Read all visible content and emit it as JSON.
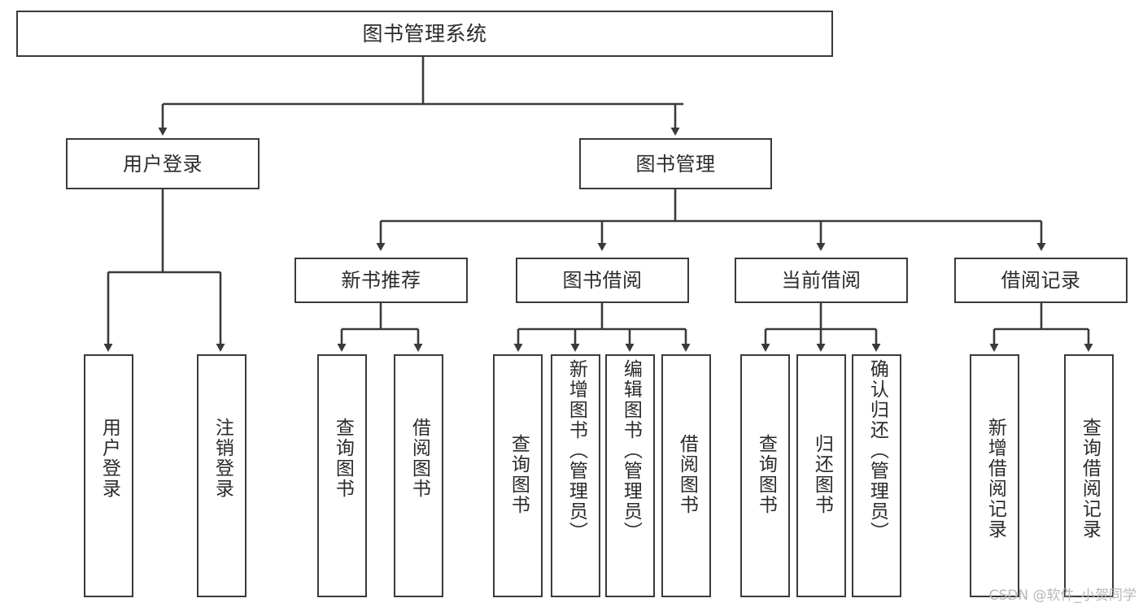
{
  "diagram": {
    "title": "图书管理系统",
    "type": "tree-hierarchy-diagram",
    "colors": {
      "stroke": "#3a3a3a",
      "fill": "#ffffff",
      "text": "#2b2b2b",
      "watermark": "#b7b7b7",
      "background": "#ffffff"
    },
    "root": {
      "label": "图书管理系统"
    },
    "level1": [
      {
        "label": "用户登录"
      },
      {
        "label": "图书管理"
      }
    ],
    "level2": [
      {
        "label": "新书推荐"
      },
      {
        "label": "图书借阅"
      },
      {
        "label": "当前借阅"
      },
      {
        "label": "借阅记录"
      }
    ],
    "leaves": {
      "user_login": [
        {
          "label": "用户登录"
        },
        {
          "label": "注销登录"
        }
      ],
      "new_book_recommend": [
        {
          "label": "查询图书"
        },
        {
          "label": "借阅图书"
        }
      ],
      "book_borrow": [
        {
          "label": "查询图书"
        },
        {
          "label": "新增图书（管理员）"
        },
        {
          "label": "编辑图书（管理员）"
        },
        {
          "label": "借阅图书"
        }
      ],
      "current_borrow": [
        {
          "label": "查询图书"
        },
        {
          "label": "归还图书"
        },
        {
          "label": "确认归还（管理员）"
        }
      ],
      "borrow_record": [
        {
          "label": "新增借阅记录"
        },
        {
          "label": "查询借阅记录"
        }
      ]
    }
  },
  "watermark": {
    "text": "CSDN @软件_小贺同学"
  }
}
